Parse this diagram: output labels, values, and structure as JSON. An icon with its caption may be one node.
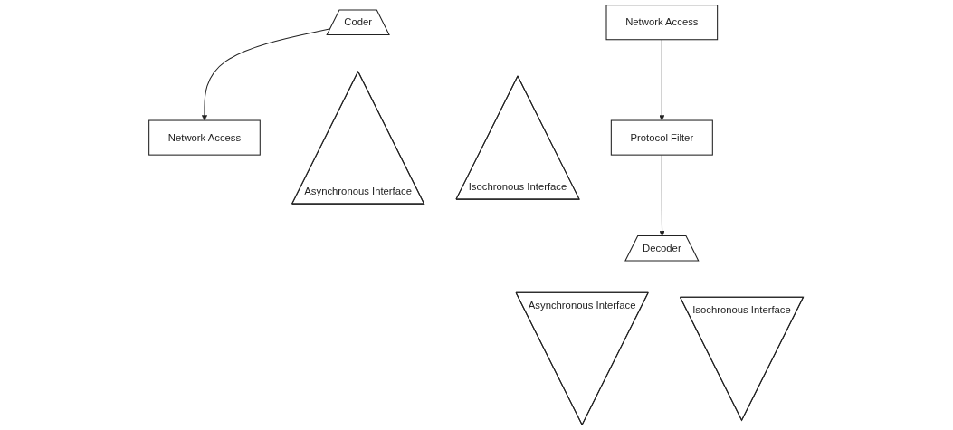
{
  "diagram": {
    "nodes": [
      {
        "text": [
          "Network Access"
        ]
      },
      {
        "text": [
          "Coder"
        ]
      },
      {
        "text": [
          "Asynchronous Interface"
        ]
      },
      {
        "text": [
          "Isochronous Interface"
        ]
      },
      {
        "text": [
          "Network Access"
        ]
      },
      {
        "text": [
          "Protocol Filter"
        ]
      },
      {
        "text": [
          "Decoder"
        ]
      },
      {
        "text": [
          "Asynchronous Interface"
        ]
      },
      {
        "text": [
          "Isochronous Interface"
        ]
      }
    ],
    "edges": [
      {
        "from": 1,
        "to": 0,
        "arrow": "to"
      },
      {
        "from": 4,
        "to": 5,
        "arrow": "to"
      },
      {
        "from": 5,
        "to": 6,
        "arrow": "to"
      }
    ]
  }
}
